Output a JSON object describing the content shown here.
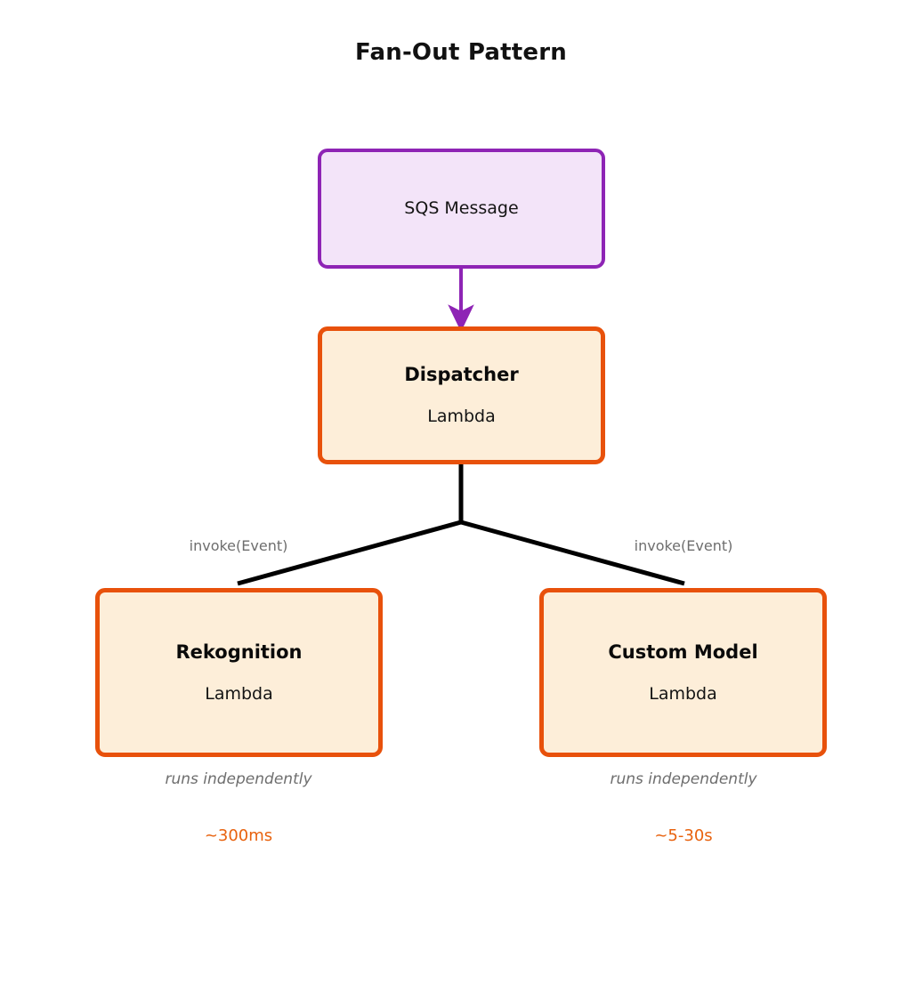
{
  "diagram": {
    "title": "Fan-Out Pattern",
    "background": "#ffffff",
    "colors": {
      "source_border": "#8e24b5",
      "source_fill": "#f3e4f9",
      "lambda_border": "#e8510b",
      "lambda_fill": "#fdeed9",
      "arrow_purple": "#8e24b5",
      "edge_black": "#000000",
      "label_gray": "#6e6e6e",
      "timing_orange": "#e8620e",
      "title_black": "#111111"
    },
    "nodes": {
      "sqs": {
        "label": "SQS Message",
        "type": "source"
      },
      "dispatcher": {
        "title": "Dispatcher",
        "subtitle": "Lambda",
        "type": "lambda"
      },
      "rekognition": {
        "title": "Rekognition",
        "subtitle": "Lambda",
        "type": "lambda",
        "note": "runs independently",
        "timing": "~300ms"
      },
      "custom_model": {
        "title": "Custom Model",
        "subtitle": "Lambda",
        "type": "lambda",
        "note": "runs independently",
        "timing": "~5-30s"
      }
    },
    "edges": {
      "sqs_to_dispatcher": {
        "label": "",
        "style": "arrow",
        "color": "#8e24b5"
      },
      "dispatcher_to_rekognition": {
        "label": "invoke(Event)",
        "style": "line",
        "color": "#000000"
      },
      "dispatcher_to_custom_model": {
        "label": "invoke(Event)",
        "style": "line",
        "color": "#000000"
      }
    }
  }
}
